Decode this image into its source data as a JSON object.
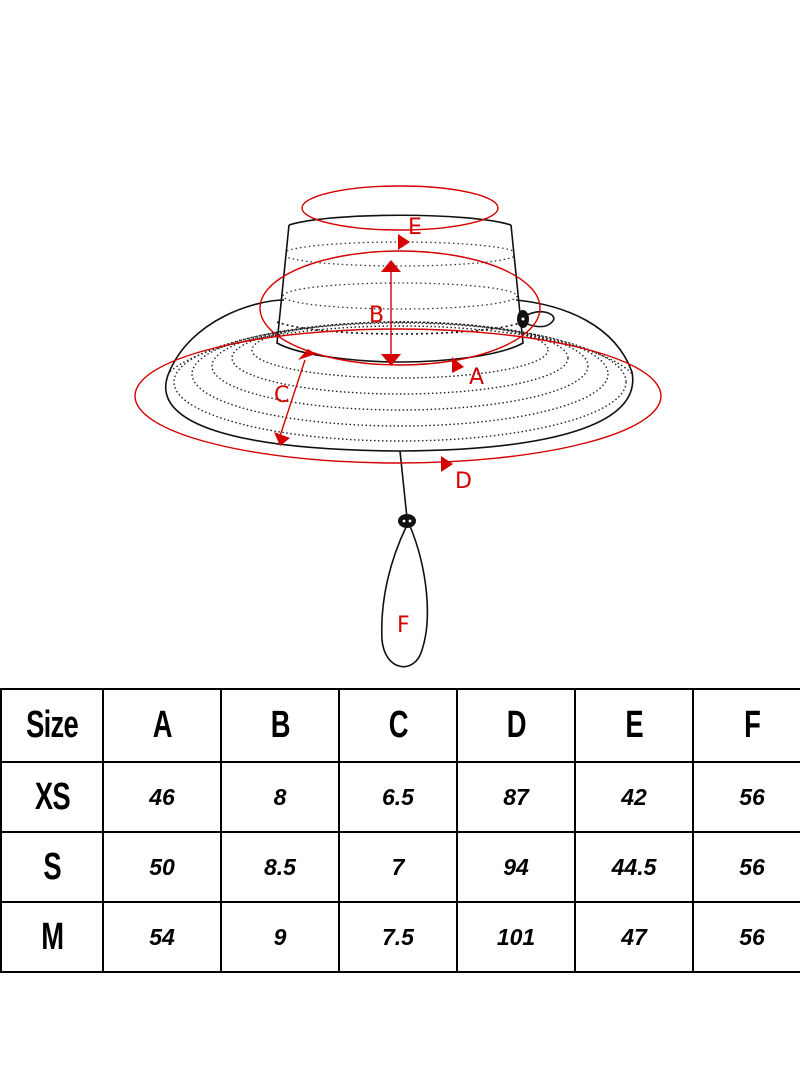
{
  "diagram": {
    "labels": {
      "a": "A",
      "b": "B",
      "c": "C",
      "d": "D",
      "e": "E",
      "f": "F"
    },
    "colors": {
      "outline": "#111111",
      "measure": "#d40000",
      "background": "#ffffff"
    }
  },
  "table": {
    "columns": [
      "Size",
      "A",
      "B",
      "C",
      "D",
      "E",
      "F"
    ],
    "rows": [
      {
        "size": "XS",
        "values": [
          "46",
          "8",
          "6.5",
          "87",
          "42",
          "56"
        ]
      },
      {
        "size": "S",
        "values": [
          "50",
          "8.5",
          "7",
          "94",
          "44.5",
          "56"
        ]
      },
      {
        "size": "M",
        "values": [
          "54",
          "9",
          "7.5",
          "101",
          "47",
          "56"
        ]
      }
    ]
  }
}
